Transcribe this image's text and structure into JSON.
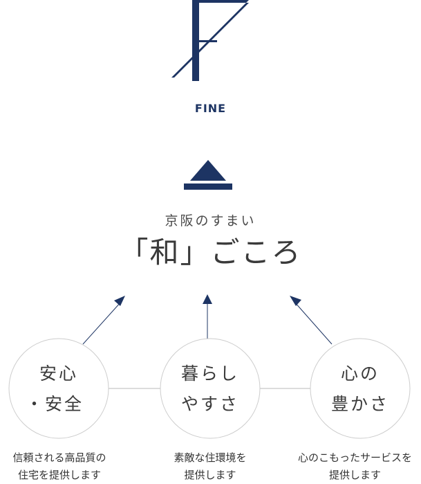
{
  "brand": {
    "name": "FINE",
    "color": "#1d3463"
  },
  "subtitle": "京阪のすまい",
  "title": "「和」ごころ",
  "pillars": [
    {
      "line1": "安心",
      "line2": "・安全",
      "caption1": "信頼される高品質の",
      "caption2": "住宅を提供します"
    },
    {
      "line1": "暮らし",
      "line2": "やすさ",
      "caption1": "素敵な住環境を",
      "caption2": "提供します"
    },
    {
      "line1": "心の",
      "line2": "豊かさ",
      "caption1": "心のこもったサービスを",
      "caption2": "提供します"
    }
  ],
  "colors": {
    "accent": "#1d3463",
    "line": "#b8b8b8",
    "circle": "#cccccc",
    "text": "#333333"
  }
}
